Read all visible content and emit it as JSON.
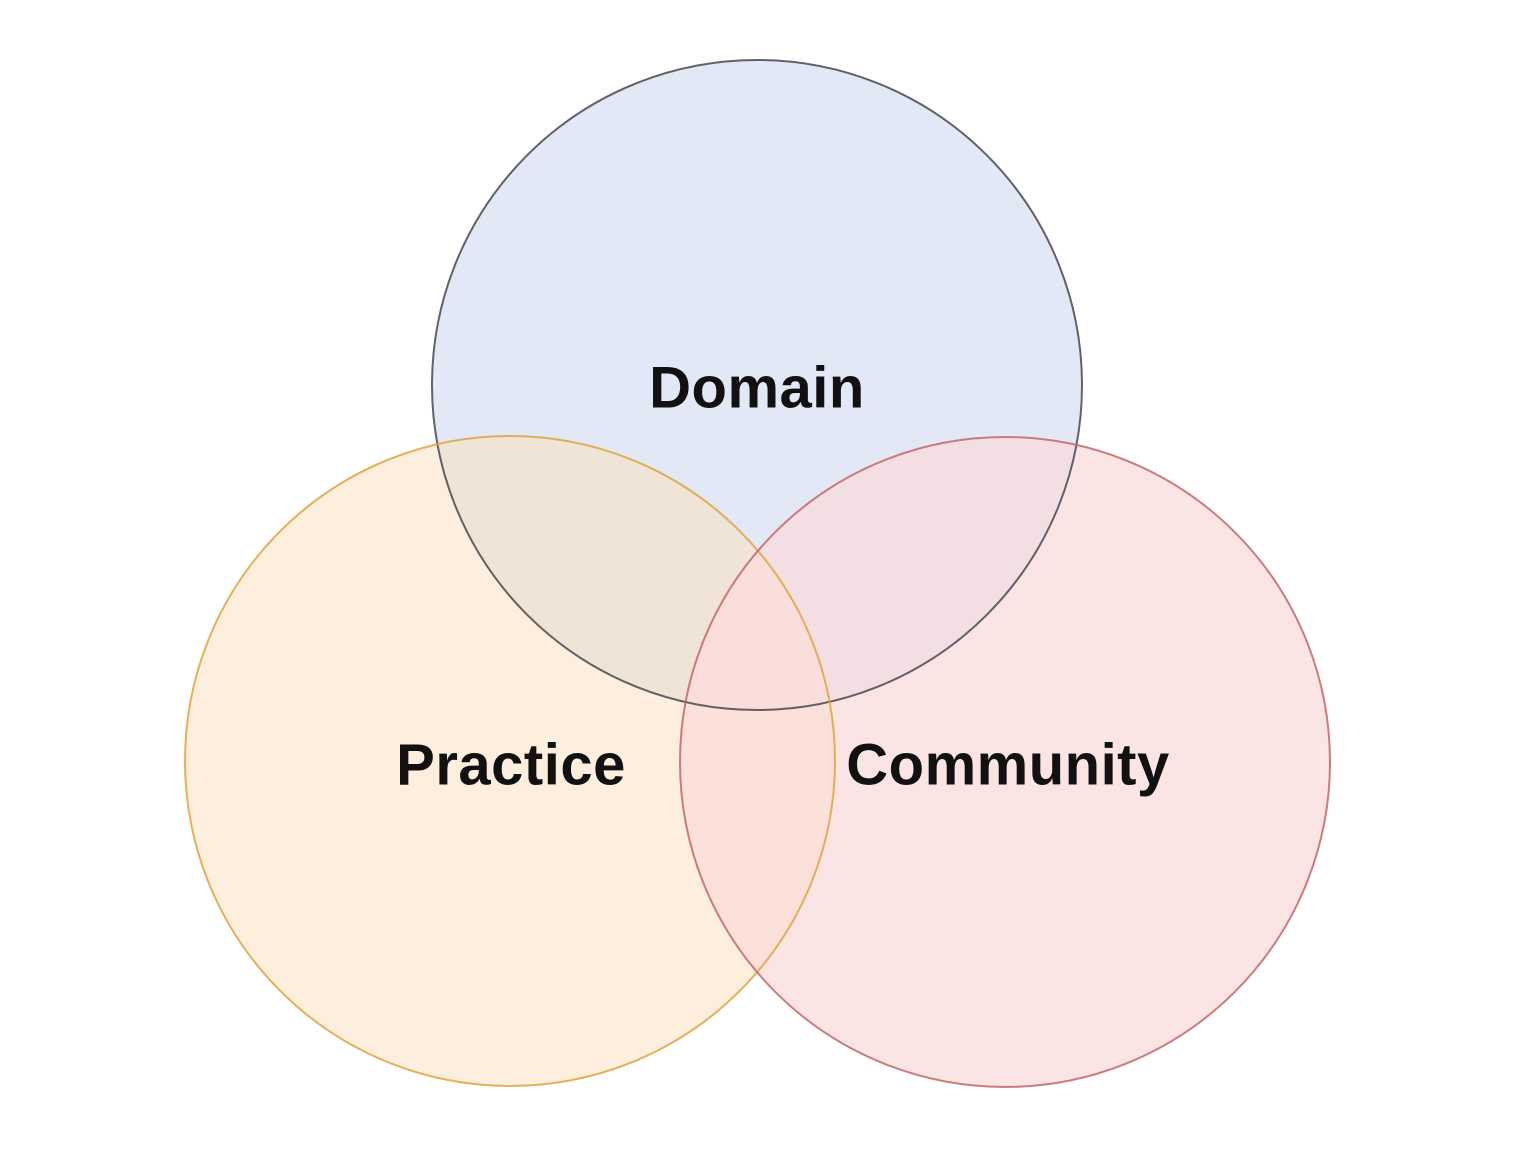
{
  "diagram": {
    "kind": "venn-diagram",
    "background": "#ffffff",
    "label_color": "#111111",
    "circles": [
      {
        "id": "domain",
        "label": "Domain",
        "fill": "#e2e8f5",
        "stroke": "#47494d"
      },
      {
        "id": "practice",
        "label": "Practice",
        "fill": "#fdeedd",
        "stroke": "#dfa33e"
      },
      {
        "id": "community",
        "label": "Community",
        "fill": "#fbe5e4",
        "stroke": "#c26767"
      }
    ],
    "overlaps": {
      "domain_practice": "#f0e4d7",
      "domain_community": "#f3dee3",
      "practice_community": "#fce0da",
      "center": "#fadedb"
    }
  }
}
